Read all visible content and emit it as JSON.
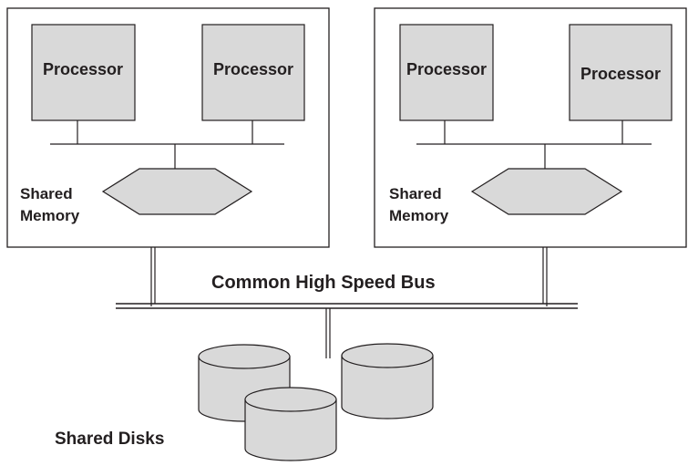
{
  "nodes": [
    {
      "processors": [
        {
          "label": "Processor"
        },
        {
          "label": "Processor"
        }
      ],
      "memory": {
        "line1": "Shared",
        "line2": "Memory"
      }
    },
    {
      "processors": [
        {
          "label": "Processor"
        },
        {
          "label": "Processor"
        }
      ],
      "memory": {
        "line1": "Shared",
        "line2": "Memory"
      }
    }
  ],
  "bus": {
    "label": "Common High Speed Bus"
  },
  "disks": {
    "label": "Shared Disks",
    "count": 3
  },
  "colors": {
    "line": "#231f20",
    "fill": "#d9d9d9",
    "background": "#ffffff"
  }
}
